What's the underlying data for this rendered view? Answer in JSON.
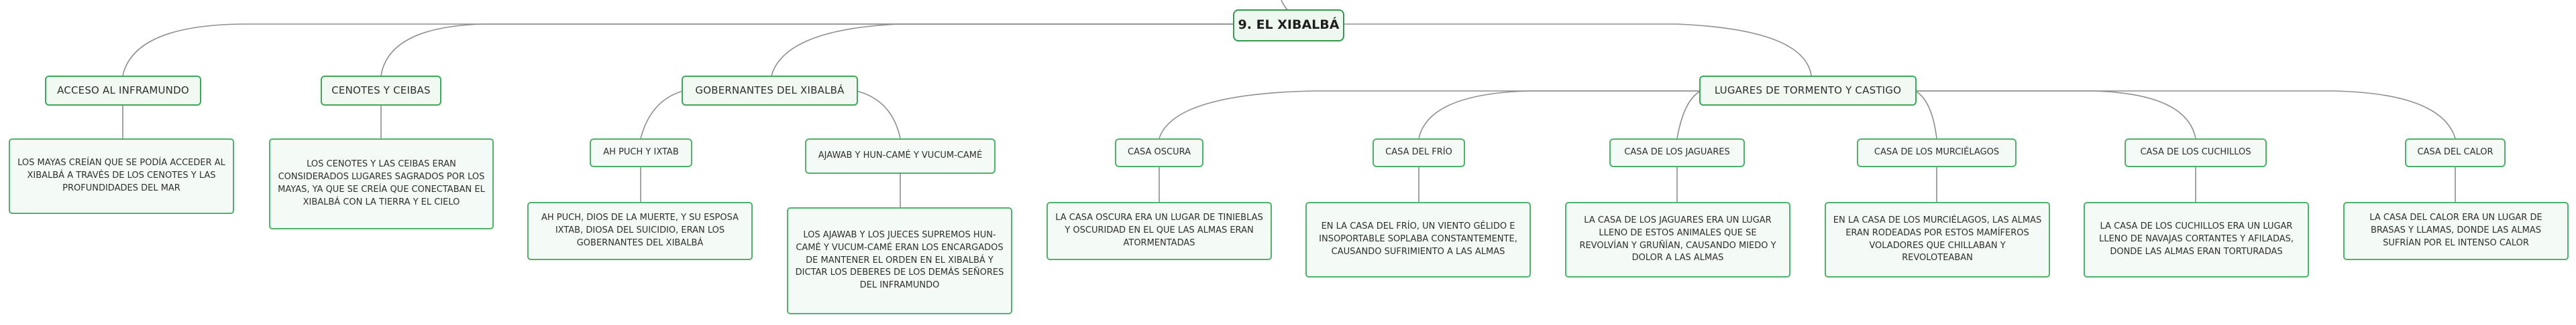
{
  "central": {
    "title": "9. EL XIBALBÁ"
  },
  "colors": {
    "border": "#3fa75a",
    "fill": "#f2f9f3",
    "line": "#8e8e8e"
  },
  "topics": {
    "acceso": "ACCESO AL INFRAMUNDO",
    "cenotes": "CENOTES Y CEIBAS",
    "gobernantes": "GOBERNANTES DEL XIBALBÁ",
    "lugares": "LUGARES DE TORMENTO Y CASTIGO"
  },
  "subtopics": {
    "ahpuch": "AH PUCH Y IXTAB",
    "ajawab": "AJAWAB Y HUN-CAMÉ Y VUCUM-CAMÉ",
    "oscura": "CASA OSCURA",
    "frio": "CASA DEL FRÍO",
    "jaguares": "CASA DE LOS JAGUARES",
    "murcielagos": "CASA DE LOS MURCIÉLAGOS",
    "cuchillos": "CASA DE LOS CUCHILLOS",
    "calor": "CASA DEL CALOR"
  },
  "descriptions": {
    "acceso": "LOS MAYAS CREÍAN QUE SE PODÍA ACCEDER AL XIBALBÁ A TRAVÉS DE LOS CENOTES Y LAS PROFUNDIDADES DEL MAR",
    "cenotes": "LOS CENOTES Y LAS CEIBAS ERAN CONSIDERADOS LUGARES SAGRADOS POR LOS MAYAS, YA QUE SE CREÍA QUE CONECTABAN EL XIBALBÁ CON LA TIERRA Y EL CIELO",
    "ahpuch": "AH PUCH, DIOS DE LA MUERTE, Y SU ESPOSA IXTAB, DIOSA DEL SUICIDIO, ERAN LOS GOBERNANTES DEL XIBALBÁ",
    "ajawab": "LOS AJAWAB Y LOS JUECES SUPREMOS HUN-CAMÉ Y VUCUM-CAMÉ ERAN LOS ENCARGADOS DE MANTENER EL ORDEN EN EL XIBALBÁ Y DICTAR LOS DEBERES DE LOS DEMÁS SEÑORES DEL INFRAMUNDO",
    "oscura": "LA CASA OSCURA ERA UN LUGAR DE TINIEBLAS Y OSCURIDAD EN EL QUE LAS ALMAS ERAN ATORMENTADAS",
    "frio": "EN LA CASA DEL FRÍO, UN VIENTO GÉLIDO E INSOPORTABLE SOPLABA CONSTANTEMENTE, CAUSANDO SUFRIMIENTO A LAS ALMAS",
    "jaguares": "LA CASA DE LOS JAGUARES ERA UN LUGAR LLENO DE ESTOS ANIMALES QUE SE REVOLVÍAN Y GRUÑÍAN, CAUSANDO MIEDO Y DOLOR A LAS ALMAS",
    "murcielagos": "EN LA CASA DE LOS MURCIÉLAGOS, LAS ALMAS ERAN RODEADAS POR ESTOS MAMÍFEROS VOLADORES QUE CHILLABAN Y REVOLOTEABAN",
    "cuchillos": "LA CASA DE LOS CUCHILLOS ERA UN LUGAR LLENO DE NAVAJAS CORTANTES Y AFILADAS, DONDE LAS ALMAS ERAN TORTURADAS",
    "calor": "LA CASA DEL CALOR ERA UN LUGAR DE BRASAS Y LLAMAS, DONDE LAS ALMAS SUFRÍAN POR EL INTENSO CALOR"
  }
}
